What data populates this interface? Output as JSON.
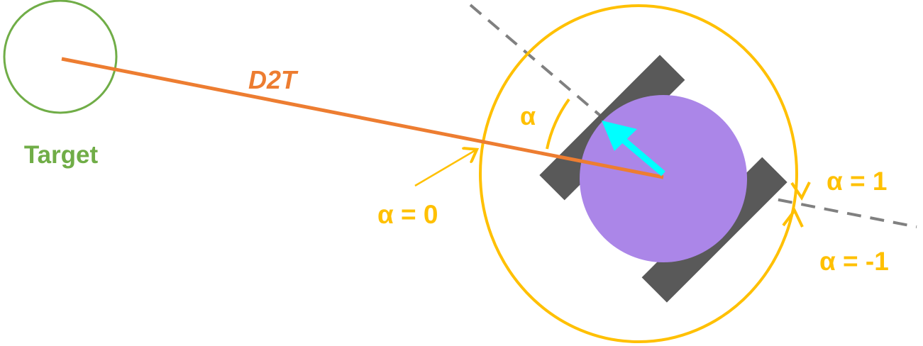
{
  "colors": {
    "target": "#70ad47",
    "d2t": "#ed7d31",
    "alpha": "#ffc000",
    "robot_body": "#ab86e8",
    "robot_wheels": "#595959",
    "heading_arrow": "#00ffff",
    "reference_line": "#808080"
  },
  "labels": {
    "target": "Target",
    "d2t": "D2T",
    "alpha": "α",
    "alpha_zero": "α = 0",
    "alpha_one": "α = 1",
    "alpha_neg_one": "α = -1"
  }
}
